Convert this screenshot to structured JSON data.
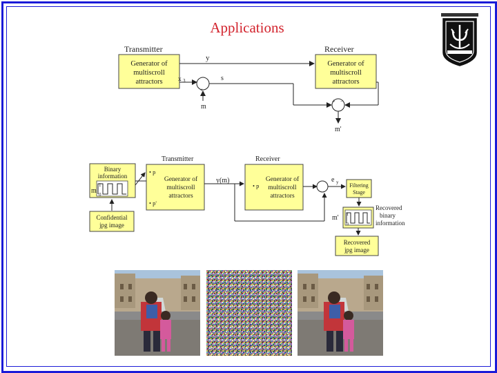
{
  "slide": {
    "title": "Applications"
  },
  "logo": {
    "icon": "university-crest-icon",
    "colors": {
      "dark": "#111111",
      "light": "#ffffff"
    }
  },
  "diagram_top": {
    "transmitter_label": "Transmitter",
    "receiver_label": "Receiver",
    "tx_generator": [
      "Generator of",
      "multiscroll",
      "attractors"
    ],
    "rx_generator": [
      "Generator of",
      "multiscroll",
      "attractors"
    ],
    "signal_y": "y",
    "signal_x": "x",
    "signal_x_sub": "3",
    "signal_s": "s",
    "signal_m": "m",
    "signal_m_out": "m'",
    "plus": "+",
    "minus": "−"
  },
  "diagram_bottom": {
    "transmitter_label": "Transmitter",
    "receiver_label": "Receiver",
    "binary_info": [
      "Binary",
      "information"
    ],
    "m_label": "m",
    "bit_one": "1",
    "bit_zero": "0",
    "confidential": [
      "Confidential",
      "jpg image"
    ],
    "tx_generator": [
      "Generator of",
      "multiscroll",
      "attractors"
    ],
    "p_label": "• p",
    "p_prime": "• p'",
    "ym_label": "y(m)",
    "rx_generator": [
      "Generator of",
      "multiscroll",
      "attractors"
    ],
    "e_label": "e",
    "e_sub": "y",
    "filtering": [
      "Filtering",
      "Stage"
    ],
    "recovered_binary": [
      "Recovered",
      "binary",
      "information"
    ],
    "m_prime": "m'",
    "recovered_jpg": [
      "Recovered",
      "jpg image"
    ]
  },
  "colors": {
    "border": "#1a1ad8",
    "title": "#d2222c",
    "block_fill": "#ffff99",
    "block_stroke": "#444444"
  },
  "images": [
    {
      "role": "original-photo"
    },
    {
      "role": "encrypted-noise"
    },
    {
      "role": "recovered-photo"
    }
  ]
}
